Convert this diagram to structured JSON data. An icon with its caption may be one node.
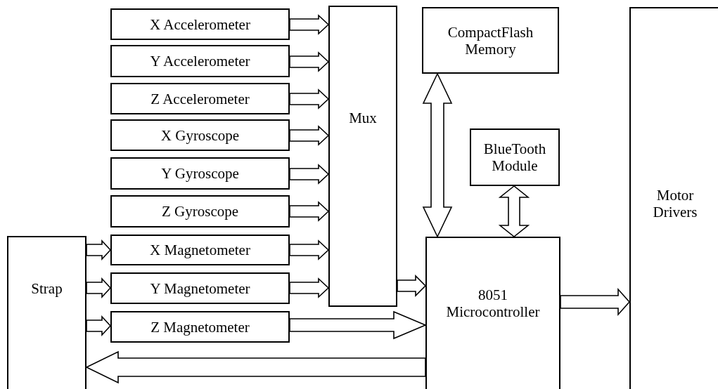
{
  "diagram": {
    "nodes": [
      {
        "text": [
          "X Accelerometer"
        ]
      },
      {
        "text": [
          "Y Accelerometer"
        ]
      },
      {
        "text": [
          "Z Accelerometer"
        ]
      },
      {
        "text": [
          "X Gyroscope"
        ]
      },
      {
        "text": [
          "Y Gyroscope"
        ]
      },
      {
        "text": [
          "Z Gyroscope"
        ]
      },
      {
        "text": [
          "X Magnetometer"
        ]
      },
      {
        "text": [
          "Y Magnetometer"
        ]
      },
      {
        "text": [
          "Z Magnetometer"
        ]
      },
      {
        "text": [
          "Mux"
        ]
      },
      {
        "text": [
          "CompactFlash Memory"
        ]
      },
      {
        "text": [
          "BlueTooth Module"
        ]
      },
      {
        "text": [
          "8051 Microcontroller"
        ]
      },
      {
        "text": [
          "Motor Drivers"
        ]
      },
      {
        "text": [
          "Strap"
        ]
      }
    ],
    "edges": [
      {
        "from": 0,
        "to": 9,
        "arrow": "to"
      },
      {
        "from": 1,
        "to": 9,
        "arrow": "to"
      },
      {
        "from": 2,
        "to": 9,
        "arrow": "to"
      },
      {
        "from": 3,
        "to": 9,
        "arrow": "to"
      },
      {
        "from": 4,
        "to": 9,
        "arrow": "to"
      },
      {
        "from": 5,
        "to": 9,
        "arrow": "to"
      },
      {
        "from": 6,
        "to": 9,
        "arrow": "to"
      },
      {
        "from": 7,
        "to": 9,
        "arrow": "to"
      },
      {
        "from": 14,
        "to": 6,
        "arrow": "to"
      },
      {
        "from": 14,
        "to": 7,
        "arrow": "to"
      },
      {
        "from": 14,
        "to": 8,
        "arrow": "to"
      },
      {
        "from": 8,
        "to": 12,
        "arrow": "to"
      },
      {
        "from": 9,
        "to": 12,
        "arrow": "to"
      },
      {
        "from": 10,
        "to": 12,
        "arrow": "both"
      },
      {
        "from": 11,
        "to": 12,
        "arrow": "both"
      },
      {
        "from": 12,
        "to": 13,
        "arrow": "to"
      },
      {
        "from": 12,
        "to": 14,
        "arrow": "to"
      }
    ]
  }
}
